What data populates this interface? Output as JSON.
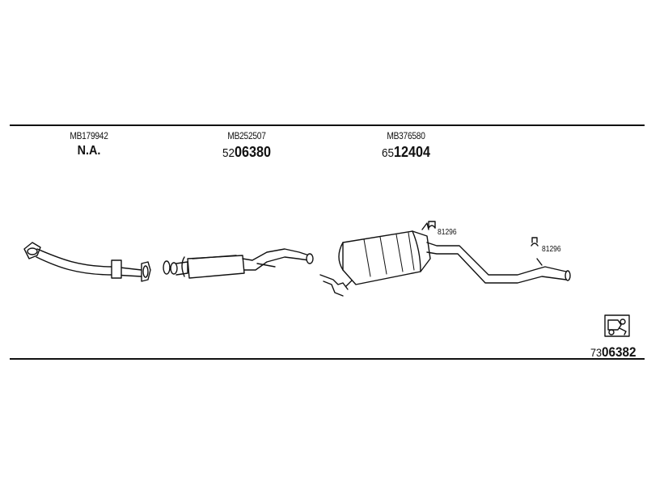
{
  "parts": [
    {
      "oem": "MB179942",
      "number_full": "N.A.",
      "number_prefix": "",
      "number_main": "N.A."
    },
    {
      "oem": "MB252507",
      "number_prefix": "52",
      "number_main": "06380"
    },
    {
      "oem": "MB376580",
      "number_prefix": "65",
      "number_main": "12404"
    }
  ],
  "clamps": [
    {
      "label": "81296"
    },
    {
      "label": "81296"
    }
  ],
  "kit": {
    "number_prefix": "73",
    "number_main": "06382",
    "icon": "kit-box-icon"
  },
  "colors": {
    "line": "#111111",
    "background": "#ffffff"
  }
}
